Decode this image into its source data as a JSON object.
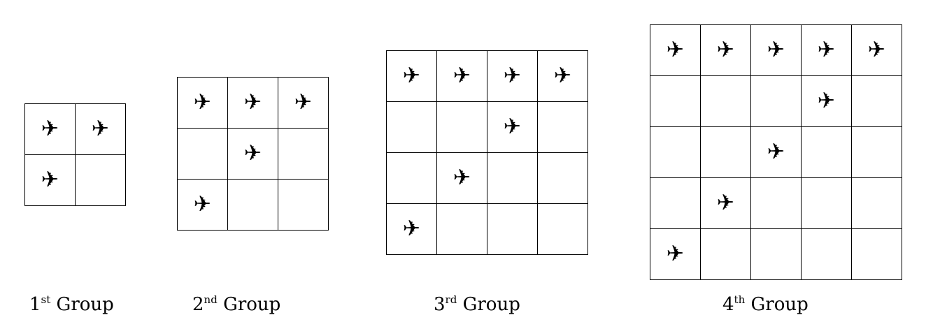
{
  "icons": {
    "plane": "✈"
  },
  "groups": [
    {
      "ordinal": "1",
      "suffix": "st",
      "word": "Group",
      "size": 2,
      "planes": [
        [
          0,
          0
        ],
        [
          0,
          1
        ],
        [
          1,
          0
        ]
      ]
    },
    {
      "ordinal": "2",
      "suffix": "nd",
      "word": "Group",
      "size": 3,
      "planes": [
        [
          0,
          0
        ],
        [
          0,
          1
        ],
        [
          0,
          2
        ],
        [
          1,
          1
        ],
        [
          2,
          0
        ]
      ]
    },
    {
      "ordinal": "3",
      "suffix": "rd",
      "word": "Group",
      "size": 4,
      "planes": [
        [
          0,
          0
        ],
        [
          0,
          1
        ],
        [
          0,
          2
        ],
        [
          0,
          3
        ],
        [
          1,
          2
        ],
        [
          2,
          1
        ],
        [
          3,
          0
        ]
      ]
    },
    {
      "ordinal": "4",
      "suffix": "th",
      "word": "Group",
      "size": 5,
      "planes": [
        [
          0,
          0
        ],
        [
          0,
          1
        ],
        [
          0,
          2
        ],
        [
          0,
          3
        ],
        [
          0,
          4
        ],
        [
          1,
          3
        ],
        [
          2,
          2
        ],
        [
          3,
          1
        ],
        [
          4,
          0
        ]
      ]
    }
  ]
}
